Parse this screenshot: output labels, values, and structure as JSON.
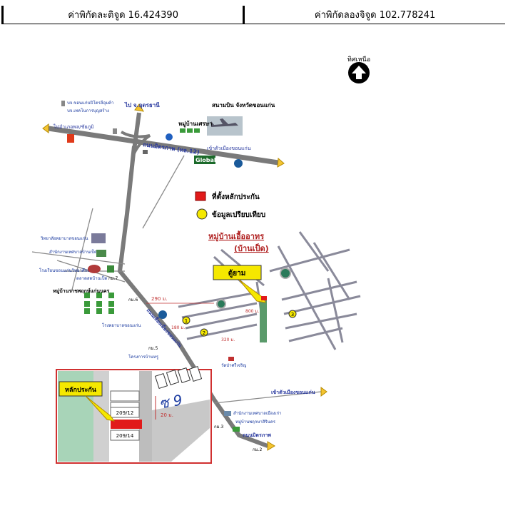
{
  "coordinates": {
    "latitude_text": "ค่าพิกัดละติจูด 16.424390",
    "longitude_text": "ค่าพิกัดลองจิจูด 102.778241"
  },
  "compass": {
    "label": "ทิศเหนือ"
  },
  "legend": {
    "site": {
      "label": "ที่ตั้งหลักประกัน",
      "color": "#e11a1a"
    },
    "comparison": {
      "label": "ข้อมูลเปรียบเทียบ",
      "color": "#f5e800"
    }
  },
  "places": {
    "to_udon": "ไป จ.อุดรธานี",
    "to_phon": "ไปอำเภอพล/ชัยภูมิ",
    "airport": "สนามบิน จังหวัดขอนแก่น",
    "village_setha": "หมู่บ้านเศรษา",
    "road_mittraphap": "ถนนมิตรภาพ (ทล.12)",
    "to_city": "เข้าตัวเมืองขอนแก่น",
    "global": "Global",
    "company_1": "บจ.ขอนแก่นปิโตรลีอุมค้า",
    "company_2": "บจ.เทคโนการบุญสร้าง",
    "village_name": "หมู่บ้านเอื้ออาทร",
    "village_alt": "(บ้านเป็ด)",
    "guard_post": "ตู้ยาม",
    "school": "วิทยาลัยพยาบาลขอนแก่น",
    "district_office": "สำนักงานเทศบาลบ้านเป็ด",
    "temple_school": "โรงเรียนขอนแก่นวิทยาศึกษา",
    "market": "ตลาดสดบ้านเป็ด",
    "village_kaen": "หมู่บ้านราชพฤกษ์แก่นนคร",
    "km7": "กม.7",
    "km6": "กม.6",
    "km5": "กม.5",
    "km3": "กม.3",
    "km2": "กม.2",
    "road_bypass": "ถนนเลี่ยงเมืองขอนแก่น",
    "hospital": "โรงพยาบาลขอนแก่น",
    "resort": "โครงการบ้านหรู",
    "temple": "วัดป่าศรีเจริญ",
    "dist_290": "290 ม.",
    "dist_180": "180 ม.",
    "dist_320": "320 ม.",
    "dist_800": "800 ม.",
    "dist_20": "20 ม.",
    "to_city_2": "เข้าตัวเมืองขอนแก่น",
    "road_mittraphap_2": "ถนนมิตรภาพ",
    "office_lower": "สำนักงานเทศบาลเมืองเก่า",
    "village_lower": "หมู่บ้านพฤกษาสิรินคร",
    "collateral_label": "หลักประกัน",
    "lot_1": "209/12",
    "lot_2": "209/14",
    "inset_road_letter": "ซ 9",
    "comp_1": "1",
    "comp_2": "2",
    "comp_3": "3"
  }
}
